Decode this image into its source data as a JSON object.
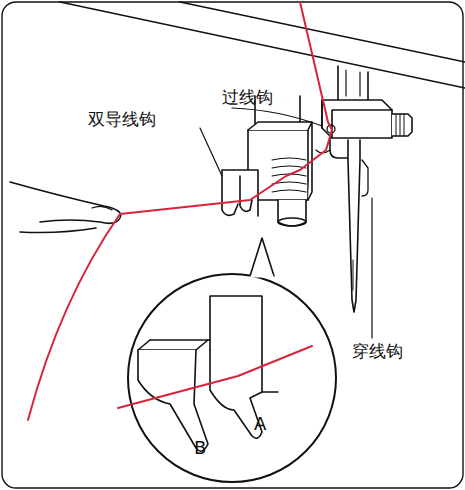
{
  "diagram": {
    "labels": [
      "过线钩",
      "双导线钩",
      "穿线钩",
      "B",
      "A"
    ]
  }
}
